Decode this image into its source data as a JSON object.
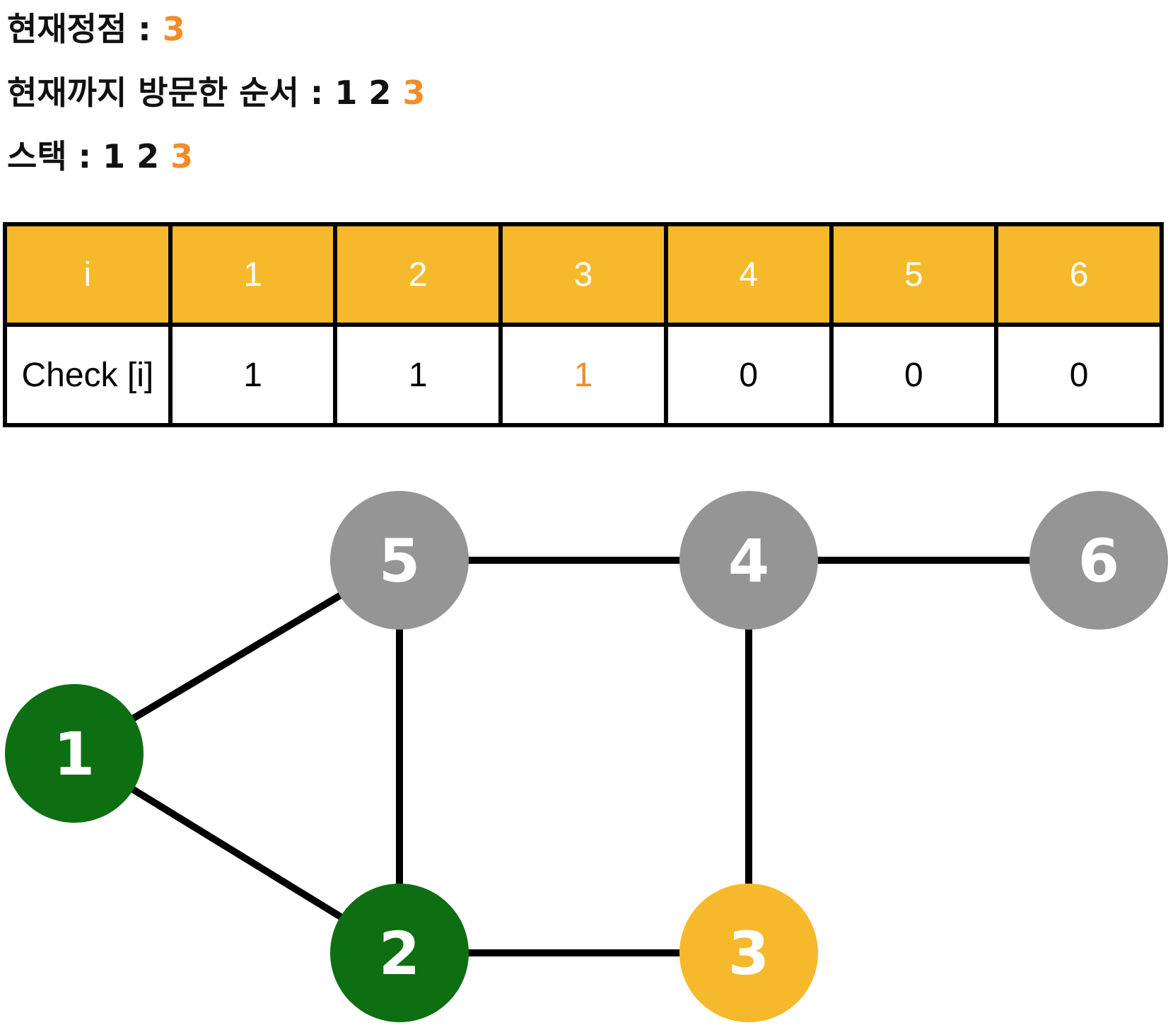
{
  "status": {
    "current_label": "현재정점 :",
    "current_value": "3",
    "order_label": "현재까지 방문한 순서 :",
    "order_prefix": "1 2",
    "order_current": "3",
    "stack_label": "스택 :",
    "stack_prefix": "1 2",
    "stack_current": "3"
  },
  "table": {
    "header": [
      "i",
      "1",
      "2",
      "3",
      "4",
      "5",
      "6"
    ],
    "values": [
      "Check [i]",
      "1",
      "1",
      "1",
      "0",
      "0",
      "0"
    ],
    "highlight_index": 3
  },
  "graph": {
    "nodes": [
      {
        "id": "1",
        "state": "visited"
      },
      {
        "id": "2",
        "state": "visited"
      },
      {
        "id": "3",
        "state": "current"
      },
      {
        "id": "4",
        "state": "unvisited"
      },
      {
        "id": "5",
        "state": "unvisited"
      },
      {
        "id": "6",
        "state": "unvisited"
      }
    ],
    "edges": [
      [
        "1",
        "5"
      ],
      [
        "1",
        "2"
      ],
      [
        "5",
        "2"
      ],
      [
        "5",
        "4"
      ],
      [
        "4",
        "6"
      ],
      [
        "4",
        "3"
      ],
      [
        "2",
        "3"
      ]
    ]
  },
  "colors": {
    "visited": "#0e6e12",
    "current": "#f6b92b",
    "unvisited": "#959595",
    "header_fill": "#f6b92b",
    "highlight_text": "#f28c28",
    "edge": "#000000"
  }
}
